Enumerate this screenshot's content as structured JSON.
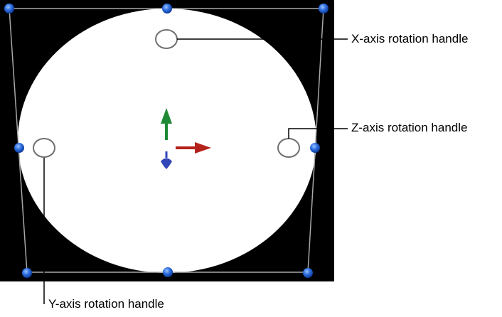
{
  "labels": {
    "x_axis": "X-axis rotation handle",
    "z_axis": "Z-axis rotation handle",
    "y_axis": "Y-axis rotation handle"
  },
  "colors": {
    "canvas": "#000000",
    "shape": "#ffffff",
    "handle_blue": "#2f6fe0",
    "x_arrow": "#b5221c",
    "y_arrow": "#1f8a35",
    "z_arrow": "#3246b8"
  }
}
